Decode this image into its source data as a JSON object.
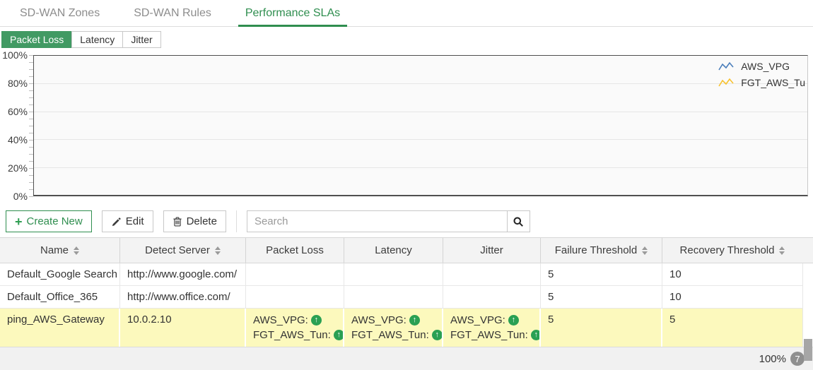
{
  "tabs": {
    "items": [
      {
        "label": "SD-WAN Zones",
        "active": false
      },
      {
        "label": "SD-WAN Rules",
        "active": false
      },
      {
        "label": "Performance SLAs",
        "active": true
      }
    ]
  },
  "subtabs": {
    "items": [
      {
        "label": "Packet Loss",
        "active": true
      },
      {
        "label": "Latency",
        "active": false
      },
      {
        "label": "Jitter",
        "active": false
      }
    ]
  },
  "chart_data": {
    "type": "line",
    "title": "",
    "xlabel": "",
    "ylabel": "",
    "ylim": [
      0,
      100
    ],
    "yticks": [
      "0%",
      "20%",
      "40%",
      "60%",
      "80%",
      "100%"
    ],
    "grid": true,
    "legend_position": "top-right",
    "series": [
      {
        "name": "AWS_VPG",
        "color": "#4a7ebb",
        "values": []
      },
      {
        "name": "FGT_AWS_Tu",
        "color": "#f8c22e",
        "values": []
      }
    ]
  },
  "toolbar": {
    "create_new": "Create New",
    "edit": "Edit",
    "delete": "Delete",
    "search_placeholder": "Search"
  },
  "table": {
    "columns": [
      {
        "label": "Name",
        "sortable": true
      },
      {
        "label": "Detect Server",
        "sortable": true
      },
      {
        "label": "Packet Loss",
        "sortable": false
      },
      {
        "label": "Latency",
        "sortable": false
      },
      {
        "label": "Jitter",
        "sortable": false
      },
      {
        "label": "Failure Threshold",
        "sortable": true
      },
      {
        "label": "Recovery Threshold",
        "sortable": true
      }
    ],
    "rows": [
      {
        "name": "Default_Google Search",
        "detect_server": "http://www.google.com/",
        "packet_loss": [],
        "latency": [],
        "jitter": [],
        "failure_threshold": "5",
        "recovery_threshold": "10",
        "highlighted": false
      },
      {
        "name": "Default_Office_365",
        "detect_server": "http://www.office.com/",
        "packet_loss": [],
        "latency": [],
        "jitter": [],
        "failure_threshold": "5",
        "recovery_threshold": "10",
        "highlighted": false
      },
      {
        "name": "ping_AWS_Gateway",
        "detect_server": "10.0.2.10",
        "packet_loss": [
          {
            "label": "AWS_VPG:",
            "icon": "up-arrow-icon"
          },
          {
            "label": "FGT_AWS_Tun:",
            "icon": "up-arrow-icon"
          }
        ],
        "latency": [
          {
            "label": "AWS_VPG:",
            "icon": "up-arrow-icon"
          },
          {
            "label": "FGT_AWS_Tun:",
            "icon": "up-arrow-icon"
          }
        ],
        "jitter": [
          {
            "label": "AWS_VPG:",
            "icon": "up-arrow-icon"
          },
          {
            "label": "FGT_AWS_Tun:",
            "icon": "up-arrow-icon"
          }
        ],
        "failure_threshold": "5",
        "recovery_threshold": "5",
        "highlighted": true
      }
    ]
  },
  "statusbar": {
    "zoom_level": "100%",
    "count": "7"
  },
  "colors": {
    "accent_green": "#419a63",
    "link_green": "#2f8e4f",
    "row_highlight": "#fcf9bd",
    "status_up_green": "#2aa053",
    "legend_blue": "#4a7ebb",
    "legend_yellow": "#f8c22e"
  }
}
